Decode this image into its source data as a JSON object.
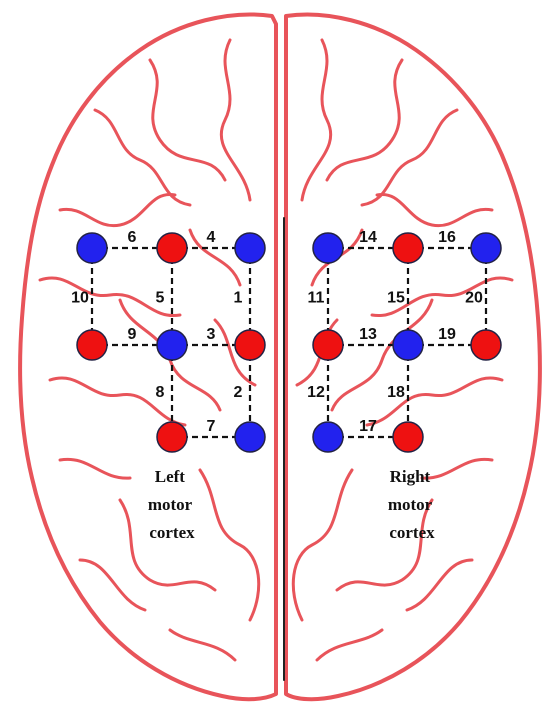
{
  "colors": {
    "brain_outline": "#e8545a",
    "source_optode": "#ee1111",
    "detector_optode": "#2222ee"
  },
  "regions": {
    "left_label_lines": [
      "Left",
      "motor",
      "cortex"
    ],
    "right_label_lines": [
      "Right",
      "motor",
      "cortex"
    ]
  },
  "optodes": [
    {
      "id": "L-D1",
      "type": "detector",
      "row": 0,
      "col": 0
    },
    {
      "id": "L-S1",
      "type": "source",
      "row": 0,
      "col": 1
    },
    {
      "id": "L-D2",
      "type": "detector",
      "row": 0,
      "col": 2
    },
    {
      "id": "L-S2",
      "type": "source",
      "row": 1,
      "col": 0
    },
    {
      "id": "L-D3",
      "type": "detector",
      "row": 1,
      "col": 1
    },
    {
      "id": "L-S3",
      "type": "source",
      "row": 1,
      "col": 2
    },
    {
      "id": "L-S4",
      "type": "source",
      "row": 2,
      "col": 1
    },
    {
      "id": "L-D4",
      "type": "detector",
      "row": 2,
      "col": 2
    },
    {
      "id": "R-D1",
      "type": "detector",
      "row": 0,
      "col": 3
    },
    {
      "id": "R-S1",
      "type": "source",
      "row": 0,
      "col": 4
    },
    {
      "id": "R-D2",
      "type": "detector",
      "row": 0,
      "col": 5
    },
    {
      "id": "R-S2",
      "type": "source",
      "row": 1,
      "col": 3
    },
    {
      "id": "R-D3",
      "type": "detector",
      "row": 1,
      "col": 4
    },
    {
      "id": "R-S3",
      "type": "source",
      "row": 1,
      "col": 5
    },
    {
      "id": "R-D4",
      "type": "detector",
      "row": 2,
      "col": 3
    },
    {
      "id": "R-S4",
      "type": "source",
      "row": 2,
      "col": 4
    }
  ],
  "channels": [
    {
      "label": "1",
      "from": "L-D2",
      "to": "L-S3"
    },
    {
      "label": "2",
      "from": "L-S3",
      "to": "L-D4"
    },
    {
      "label": "3",
      "from": "L-D3",
      "to": "L-S3"
    },
    {
      "label": "4",
      "from": "L-S1",
      "to": "L-D2"
    },
    {
      "label": "5",
      "from": "L-S1",
      "to": "L-D3"
    },
    {
      "label": "6",
      "from": "L-D1",
      "to": "L-S1"
    },
    {
      "label": "7",
      "from": "L-S4",
      "to": "L-D4"
    },
    {
      "label": "8",
      "from": "L-D3",
      "to": "L-S4"
    },
    {
      "label": "9",
      "from": "L-S2",
      "to": "L-D3"
    },
    {
      "label": "10",
      "from": "L-D1",
      "to": "L-S2"
    },
    {
      "label": "11",
      "from": "R-D1",
      "to": "R-S2"
    },
    {
      "label": "12",
      "from": "R-S2",
      "to": "R-D4"
    },
    {
      "label": "13",
      "from": "R-S2",
      "to": "R-D3"
    },
    {
      "label": "14",
      "from": "R-D1",
      "to": "R-S1"
    },
    {
      "label": "15",
      "from": "R-S1",
      "to": "R-D3"
    },
    {
      "label": "16",
      "from": "R-S1",
      "to": "R-D2"
    },
    {
      "label": "17",
      "from": "R-D4",
      "to": "R-S4"
    },
    {
      "label": "18",
      "from": "R-D3",
      "to": "R-S4"
    },
    {
      "label": "19",
      "from": "R-D3",
      "to": "R-S3"
    },
    {
      "label": "20",
      "from": "R-D2",
      "to": "R-S3"
    }
  ]
}
